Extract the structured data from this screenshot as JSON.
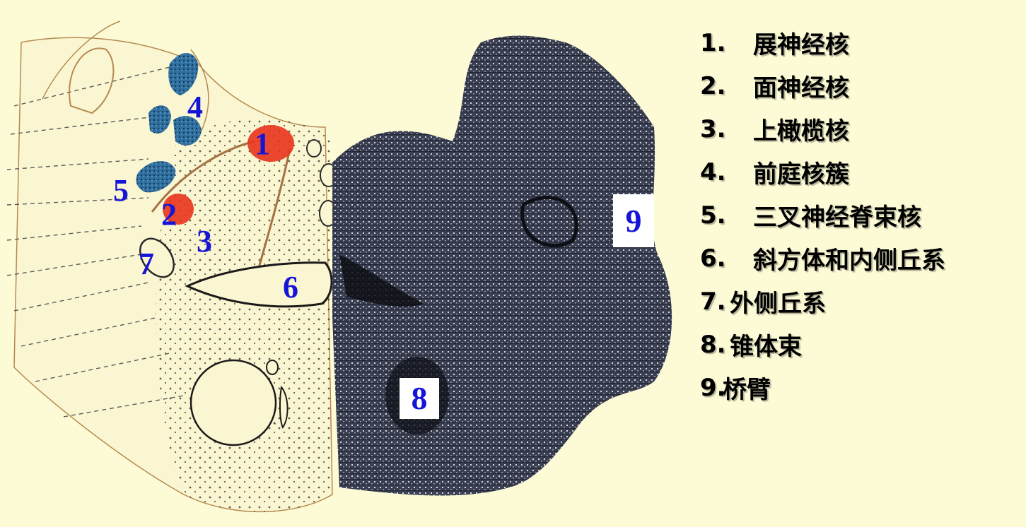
{
  "colors": {
    "background": "#fdfbd6",
    "nucleus_red": "#e8341c",
    "nucleus_blue": "#2f6f9f",
    "label_blue": "#1515d8",
    "dark_tissue": "#2e3346"
  },
  "labels": {
    "n1": "1",
    "n2": "2",
    "n3": "3",
    "n4": "4",
    "n5": "5",
    "n6": "6",
    "n7": "7",
    "n8": "8",
    "n9": "9"
  },
  "legend": {
    "items": [
      {
        "num": "1.",
        "text": "展神经核",
        "gap": "wide"
      },
      {
        "num": "2.",
        "text": "面神经核",
        "gap": "wide"
      },
      {
        "num": "3.",
        "text": "上橄榄核",
        "gap": "wide"
      },
      {
        "num": "4.",
        "text": "前庭核簇",
        "gap": "wide"
      },
      {
        "num": "5.",
        "text": "三叉神经脊束核",
        "gap": "wide"
      },
      {
        "num": "6.",
        "text": "斜方体和内侧丘系",
        "gap": "wide"
      },
      {
        "num": "7.",
        "text": "外侧丘系",
        "gap": "narrow"
      },
      {
        "num": "8.",
        "text": "锥体束",
        "gap": "narrow"
      },
      {
        "num": "9.",
        "text": "桥臂",
        "gap": "none"
      }
    ]
  }
}
